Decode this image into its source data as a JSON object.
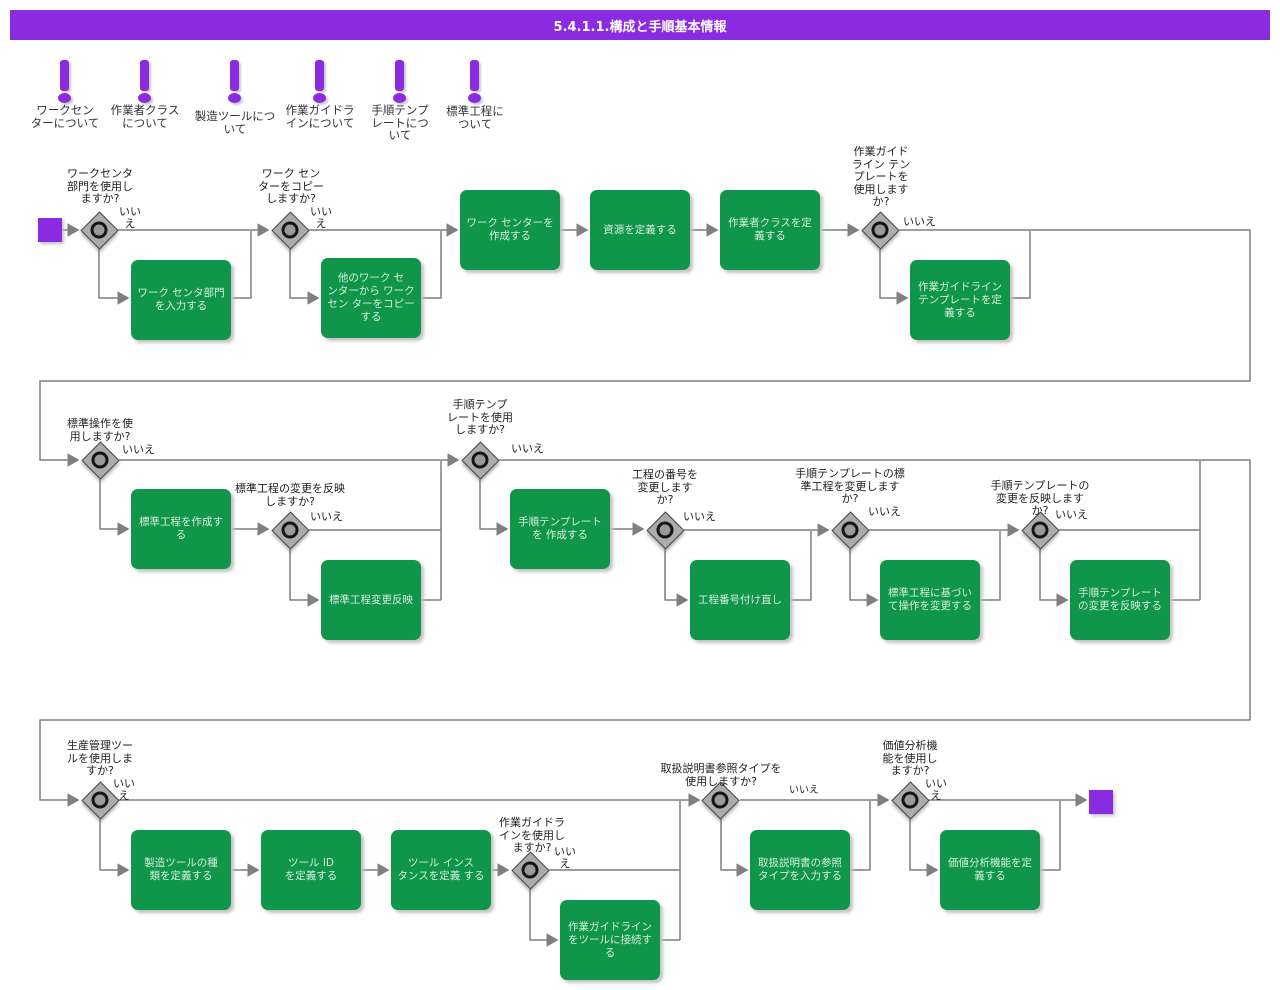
{
  "title": "5.4.1.1.構成と手順基本情報",
  "colors": {
    "accent": "#8A2BE2",
    "task_green": "#0F964B",
    "line_gray": "#7f7f7f"
  },
  "notes": [
    {
      "label": "ワークセン\nターについて"
    },
    {
      "label": "作業者クラス\nについて"
    },
    {
      "label": "製造ツールにつ\nいて"
    },
    {
      "label": "作業ガイドラ\nインについて"
    },
    {
      "label": "手順テンプ\nレートにつ\nいて"
    },
    {
      "label": "標準工程に\nついて"
    }
  ],
  "decisions": [
    {
      "question": "ワークセンタ\n部門を使用し\nますか?",
      "no": "いい\nえ"
    },
    {
      "question": "ワーク セン\nターをコピー\nしますか?",
      "no": "いい\nえ"
    },
    {
      "question": "作業ガイド\nライン テン\nプレートを\n使用します\nか?",
      "no": "いいえ"
    },
    {
      "question": "標準操作を使\n用しますか?",
      "no": "いいえ"
    },
    {
      "question": "標準工程の変更を反映\nしますか?",
      "no": "いいえ"
    },
    {
      "question": "手順テンプ\nレートを使用\nしますか?",
      "no": "いいえ"
    },
    {
      "question": "工程の番号を\n変更します\nか?",
      "no": "いいえ"
    },
    {
      "question": "手順テンプレートの標\n準工程を変更します\nか?",
      "no": "いいえ"
    },
    {
      "question": "手順テンプレートの\n変更を反映します\nか?",
      "no": "いいえ"
    },
    {
      "question": "生産管理ツー\nルを使用しま\nすか?",
      "no": "いい\nえ"
    },
    {
      "question": "作業ガイドラ\nインを使用し\nますか?",
      "no": "いい\nえ"
    },
    {
      "question": "取扱説明書参照タイプを\n使用しますか?",
      "no": "いいえ"
    },
    {
      "question": "価値分析機\n能を使用し\nますか?",
      "no": "いい\nえ"
    }
  ],
  "tasks": [
    {
      "label": "ワーク センタ部門\nを入力する"
    },
    {
      "label": "他のワーク セ\nンターから ワーク\nセン ターをコピー\nする"
    },
    {
      "label": "ワーク センターを\n作成する"
    },
    {
      "label": "資源を定義する"
    },
    {
      "label": "作業者クラスを定\n義する"
    },
    {
      "label": "作業ガイドライン\nテンプレートを定\n義する"
    },
    {
      "label": "標準工程を作成す\nる"
    },
    {
      "label": "標準工程変更反映"
    },
    {
      "label": "手順テンプレート\nを 作成する"
    },
    {
      "label": "工程番号付け直し"
    },
    {
      "label": "標準工程に基づい\nて操作を変更する"
    },
    {
      "label": "手順テンプレート\nの変更を反映する"
    },
    {
      "label": "製造ツールの種\n類を定義する"
    },
    {
      "label": "ツール ID\nを定義する"
    },
    {
      "label": "ツール インス\nタンスを定義 する"
    },
    {
      "label": "作業ガイドライン\nをツールに接続す\nる"
    },
    {
      "label": "取扱説明書の参照\nタイプを入力する"
    },
    {
      "label": "価値分析機能を定\n義する"
    }
  ]
}
